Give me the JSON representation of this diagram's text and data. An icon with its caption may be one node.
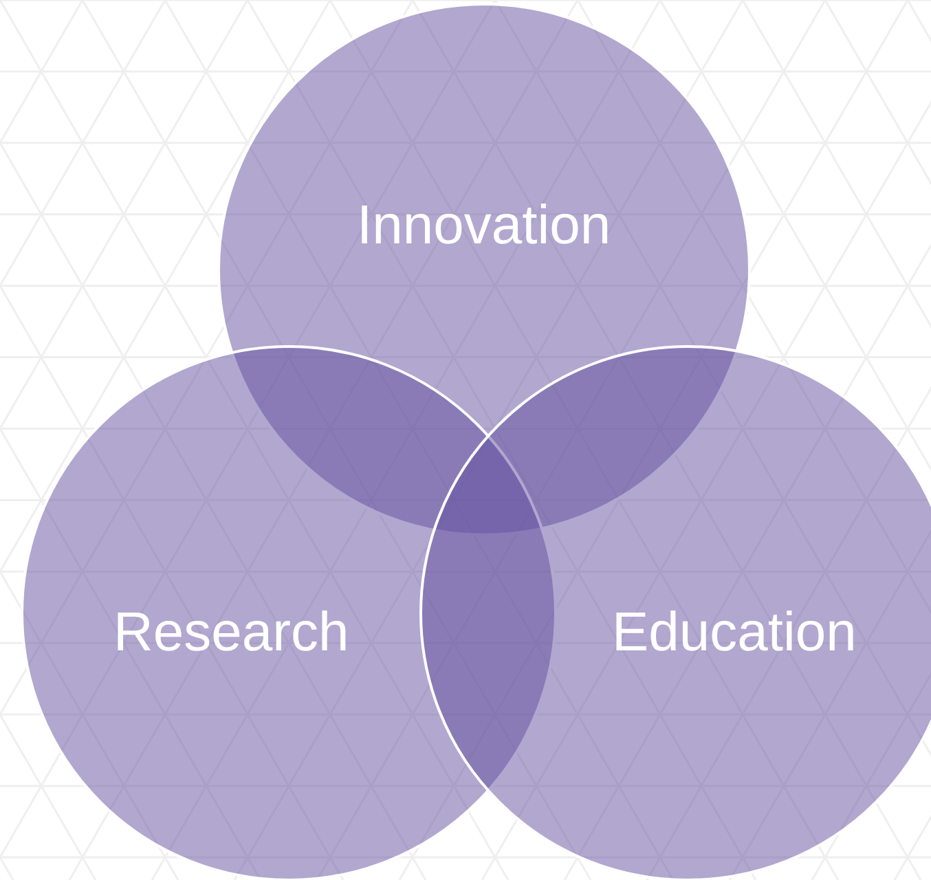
{
  "diagram": {
    "nodes": [
      {
        "text": [
          "Innovation"
        ]
      },
      {
        "text": [
          "Research"
        ]
      },
      {
        "text": [
          "Education"
        ]
      }
    ]
  }
}
